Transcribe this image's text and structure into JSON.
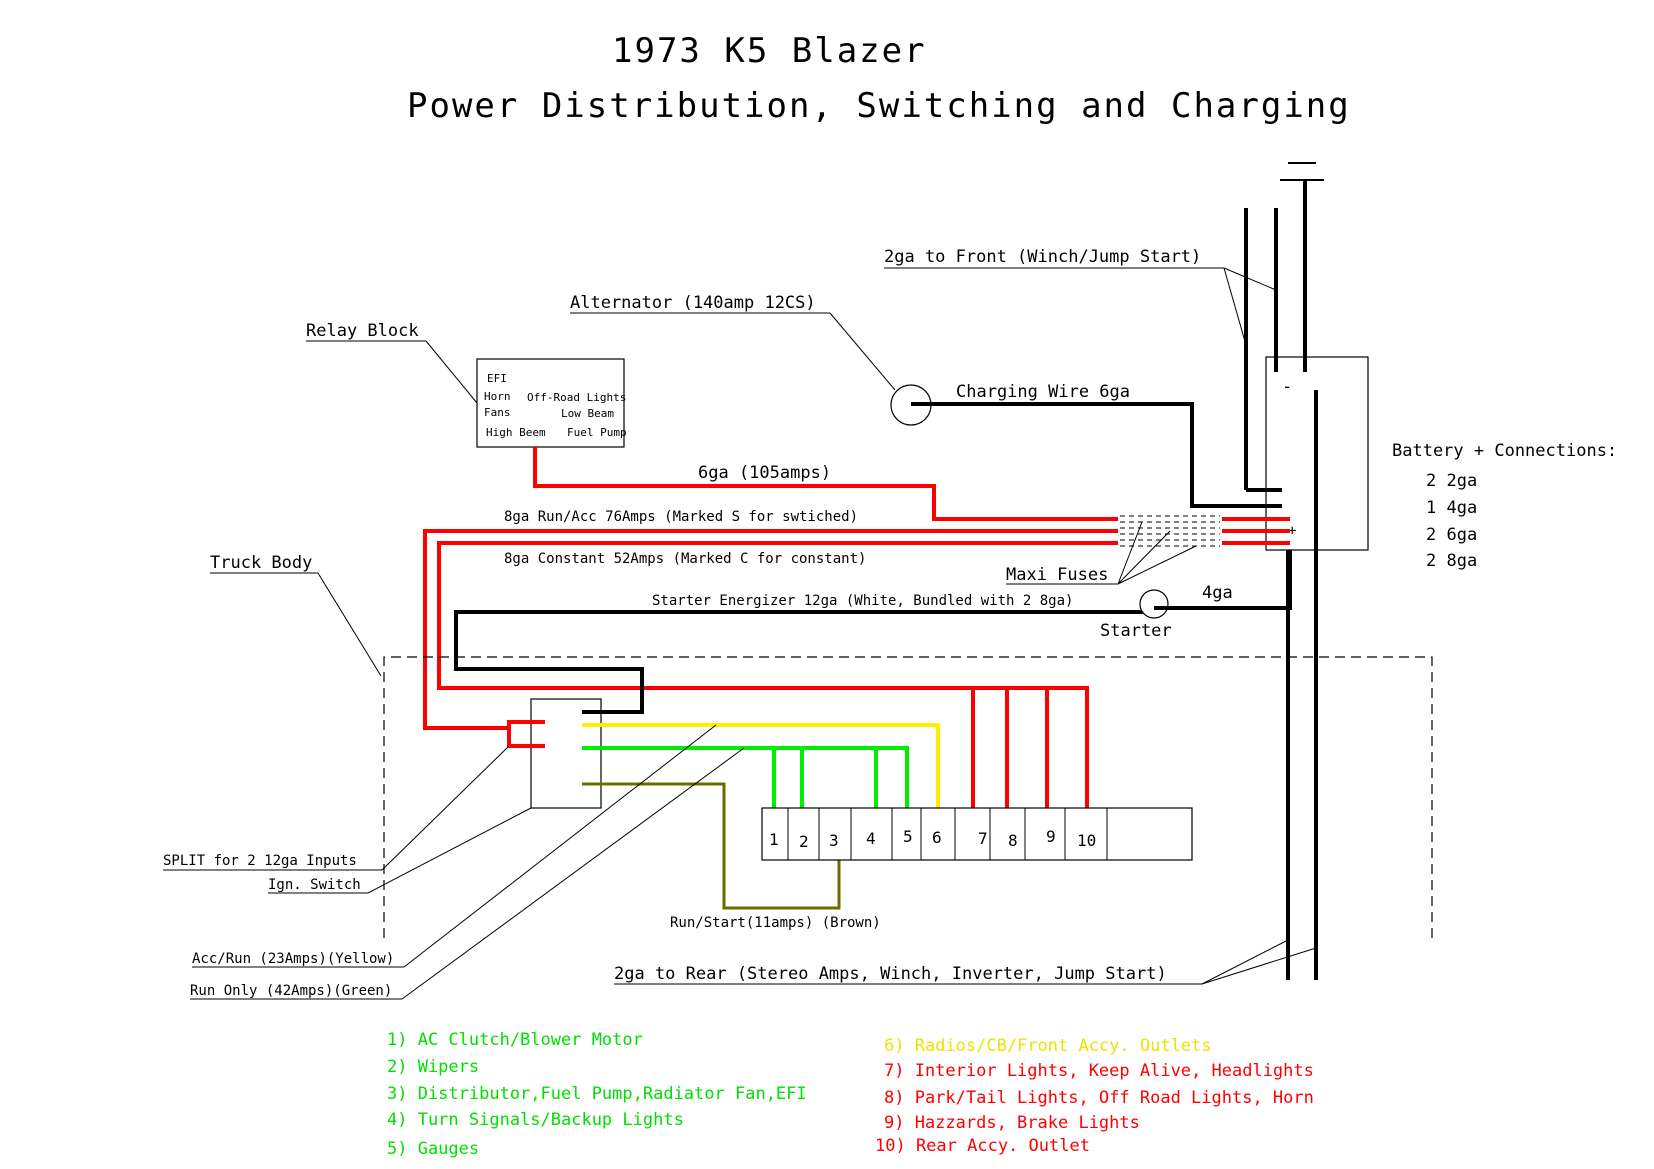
{
  "title_line1": "1973 K5 Blazer",
  "title_line2": "Power Distribution, Switching and Charging",
  "ground_symbol": "-",
  "labels": {
    "front_2ga": "2ga to Front (Winch/Jump Start)",
    "alternator": "Alternator (140amp 12CS)",
    "relay_block": "Relay Block",
    "charging_wire": "Charging Wire 6ga",
    "relay_6ga": "6ga (105amps)",
    "run_acc_8ga": "8ga Run/Acc 76Amps (Marked S for swtiched)",
    "constant_8ga": "8ga Constant 52Amps (Marked C for constant)",
    "truck_body": "Truck Body",
    "maxi_fuses": "Maxi Fuses",
    "starter_energizer": "Starter Energizer 12ga (White, Bundled with 2 8ga)",
    "starter_4ga": "4ga",
    "starter": "Starter",
    "split": "SPLIT for 2 12ga Inputs",
    "ign_switch": "Ign. Switch",
    "acc_run": "Acc/Run (23Amps)(Yellow)",
    "run_only": "Run Only (42Amps)(Green)",
    "run_start": "Run/Start(11amps) (Brown)",
    "rear_2ga": "2ga to Rear (Stereo Amps, Winch, Inverter, Jump Start)",
    "battery_minus": "-",
    "battery_plus": "+"
  },
  "relay_block_items": [
    "EFI",
    "Horn",
    "Off-Road Lights",
    "Fans",
    "Low Beam",
    "High Beem",
    "Fuel Pump"
  ],
  "battery_connections": {
    "title": "Battery + Connections:",
    "items": [
      "2 2ga",
      "1 4ga",
      "2 6ga",
      "2 8ga"
    ]
  },
  "fuse_numbers": [
    "1",
    "2",
    "3",
    "4",
    "5",
    "6",
    "7",
    "8",
    "9",
    "10"
  ],
  "legend_left": [
    "1) AC Clutch/Blower Motor",
    "2) Wipers",
    "3) Distributor,Fuel Pump,Radiator Fan,EFI",
    "4) Turn Signals/Backup Lights",
    "5) Gauges"
  ],
  "legend_right": [
    "6) Radios/CB/Front Accy. Outlets",
    "7) Interior Lights, Keep Alive, Headlights",
    "8) Park/Tail Lights, Off Road Lights, Horn",
    "9) Hazzards, Brake Lights",
    "10) Rear Accy. Outlet"
  ],
  "colors": {
    "red": "#ff0000",
    "green": "#00ee00",
    "yellow": "#ffee00",
    "brown": "#6b6b00",
    "black": "#000000",
    "legend_green": "#00e000",
    "legend_yellow": "#f0e000",
    "legend_red": "#ff0000"
  }
}
